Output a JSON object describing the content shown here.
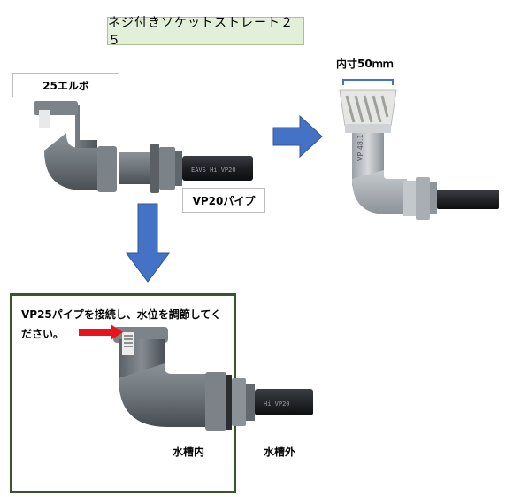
{
  "title": "ネジ付きソケットストレート２５",
  "labels": {
    "elbow": "25エルボ",
    "pipe": "VP20パイプ",
    "inner_dimension": "内寸50ｍｍ",
    "inside_tank": "水槽内",
    "outside_tank": "水槽外"
  },
  "note": "VP25パイプを接続し、水位を調節してください。",
  "pipe_prints": {
    "top_pipe": "EAVS Hi VP20",
    "right_pipe": "VP 48.1",
    "bottom_pipe": "Hi VP20"
  },
  "colors": {
    "arrow_blue": "#4472c4",
    "arrow_red": "#e8141b",
    "frame_green": "#38562b",
    "title_bg": "#e2efd9",
    "pvc_gray": "#6d747a",
    "pipe_black": "#1d1f22"
  }
}
